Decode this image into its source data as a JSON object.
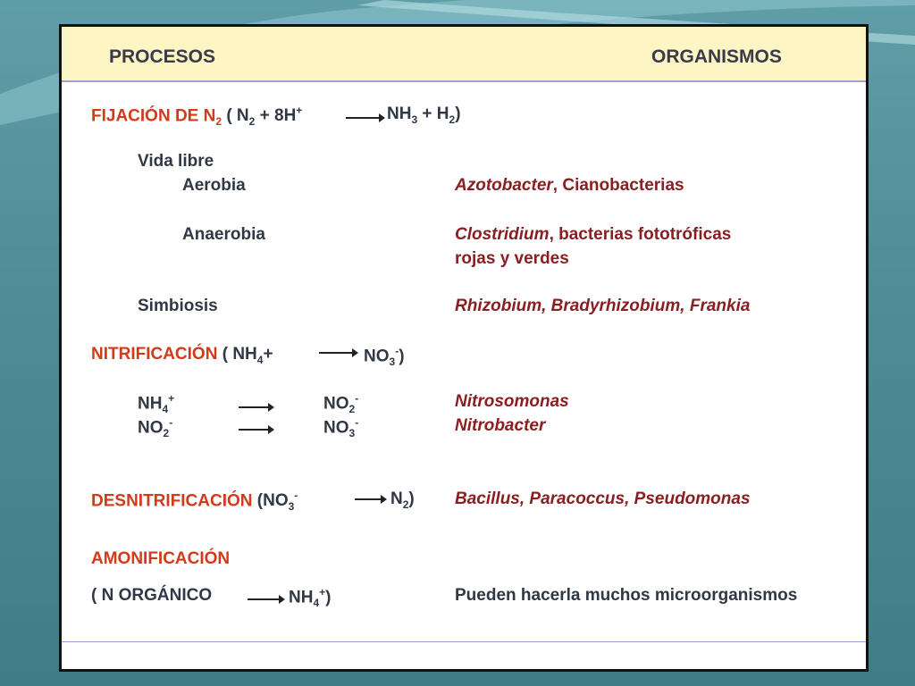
{
  "header": {
    "left": "PROCESOS",
    "right": "ORGANISMOS"
  },
  "fijacion": {
    "title_a": "FIJACIÓN DE N",
    "title_sub": "2",
    "eq_open": " ( N",
    "eq_sub1": "2",
    "eq_mid": " + 8H",
    "eq_sup": "+",
    "eq_prod": "NH",
    "eq_sub2": "3",
    "eq_plus": " + H",
    "eq_sub3": "2",
    "eq_close": ")",
    "vida_libre": "Vida libre",
    "aerobia": "Aerobia",
    "aerobia_org_italic": "Azotobacter",
    "aerobia_org_rest": ", Cianobacterias",
    "anaerobia": "Anaerobia",
    "anaerobia_org_italic": "Clostridium",
    "anaerobia_org_rest": ", bacterias fototróficas",
    "anaerobia_org_line2": "rojas y verdes",
    "simbiosis": "Simbiosis",
    "simbiosis_org": "Rhizobium, Bradyrhizobium, Frankia"
  },
  "nitrificacion": {
    "title": "NITRIFICACIÓN",
    "eq_open": " ( NH",
    "eq_sub1": "4",
    "eq_plus": "+",
    "eq_prod": "NO",
    "eq_sub2": "3",
    "eq_sup2": "-",
    "eq_close": ")",
    "row1_left": "NH",
    "row1_left_sub": "4",
    "row1_left_sup": "+",
    "row1_right": "NO",
    "row1_right_sub": "2",
    "row1_right_sup": "-",
    "row1_org": "Nitrosomonas",
    "row2_left": "NO",
    "row2_left_sub": "2",
    "row2_left_sup": "-",
    "row2_right": "NO",
    "row2_right_sub": "3",
    "row2_right_sup": "-",
    "row2_org": "Nitrobacter"
  },
  "desnitrificacion": {
    "title": "DESNITRIFICACIÓN",
    "eq_open": " (NO",
    "eq_sub": "3",
    "eq_sup": "-",
    "eq_prod": "N",
    "eq_prod_sub": "2",
    "eq_close": ")",
    "org": "Bacillus, Paracoccus, Pseudomonas"
  },
  "amonificacion": {
    "title": "AMONIFICACIÓN",
    "eq_open": "( N ORGÁNICO",
    "eq_prod": "NH",
    "eq_prod_sub": "4",
    "eq_prod_sup": "+",
    "eq_close": ")",
    "org": "Pueden hacerla muchos microorganismos"
  },
  "colors": {
    "title_red": "#d23a1a",
    "text_dark": "#303846",
    "org_red": "#8a1f22",
    "header_bg": "#fdf6c4"
  }
}
